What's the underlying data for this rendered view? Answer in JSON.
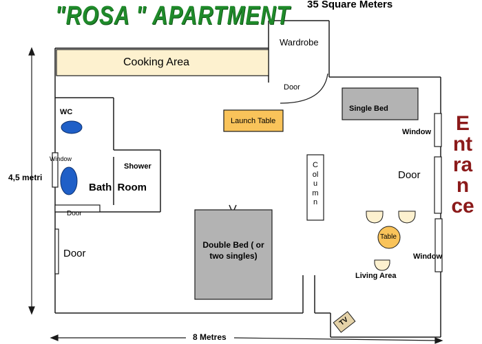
{
  "title": "\"ROSA \" APARTMENT",
  "area": "35  Square Meters",
  "dimensions": {
    "height": "4,5  metri",
    "width": "8 Metres"
  },
  "rooms": {
    "cooking_area": "Cooking  Area",
    "wardrobe": "Wardrobe",
    "wc": "WC",
    "shower": "Shower",
    "bath_room": "Bath Room",
    "double_bed": "Double Bed ( or two singles)",
    "single_bed": "Single Bed",
    "launch_table": "Launch Table",
    "column": "Column",
    "table": "Table",
    "living_area": "Living Area",
    "tv": "TV"
  },
  "labels": {
    "door_wardrobe": "Door",
    "door_bath": "Door",
    "door_left": "Door",
    "door_right": "Door",
    "window_bath": "Window",
    "window_right_top": "Window",
    "window_right_bottom": "Window"
  },
  "entrance": "Entrance",
  "colors": {
    "title_green": "#1f8a2a",
    "entrance_red": "#8b1a1a",
    "cooking_fill": "#fdf1cf",
    "bed_fill": "#b3b3b3",
    "table_fill": "#f9c35a",
    "fixture_blue": "#1f5fc7"
  }
}
